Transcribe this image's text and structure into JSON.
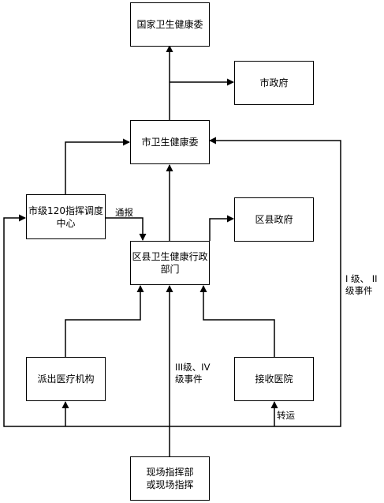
{
  "nodes": {
    "national_commission": {
      "lines": [
        "国家卫生健康委"
      ]
    },
    "city_government": {
      "lines": [
        "市政府"
      ]
    },
    "city_commission": {
      "lines": [
        "市卫生健康委"
      ]
    },
    "city_120_center": {
      "lines": [
        "市级120指挥调度",
        "中心"
      ]
    },
    "county_government": {
      "lines": [
        "区县政府"
      ]
    },
    "county_health_dept": {
      "lines": [
        "区县卫生健康行政",
        "部门"
      ]
    },
    "dispatch_institution": {
      "lines": [
        "派出医疗机构"
      ]
    },
    "receiving_hospital": {
      "lines": [
        "接收医院"
      ]
    },
    "field_command": {
      "lines": [
        "现场指挥部",
        "或现场指挥"
      ]
    }
  },
  "edge_labels": {
    "notify": "通报",
    "level_1_2": [
      "I 级、 II",
      "级事件"
    ],
    "level_3_4": [
      "III级、IV",
      "级事件"
    ],
    "transfer": "转运"
  },
  "colors": {
    "line": "#000000",
    "box_border": "#000000",
    "background": "#ffffff"
  }
}
